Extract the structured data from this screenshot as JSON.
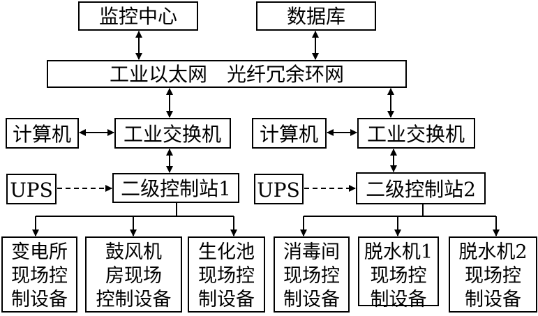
{
  "top": {
    "monitor_center": "监控中心",
    "database": "数据库"
  },
  "network": {
    "label": "工业以太网　光纤冗余环网"
  },
  "left": {
    "computer": "计算机",
    "switch": "工业交换机",
    "ups": "UPS",
    "station": "二级控制站1",
    "devices": [
      {
        "lines": [
          "变电所",
          "现场控",
          "制设备"
        ]
      },
      {
        "lines": [
          "鼓风机",
          "房现场",
          "控制设备"
        ]
      },
      {
        "lines": [
          "生化池",
          "现场控",
          "制设备"
        ]
      }
    ]
  },
  "right": {
    "computer": "计算机",
    "switch": "工业交换机",
    "ups": "UPS",
    "station": "二级控制站2",
    "devices": [
      {
        "lines": [
          "消毒间",
          "现场控",
          "制设备"
        ]
      },
      {
        "lines": [
          "脱水机1",
          "现场控",
          "制设备"
        ]
      },
      {
        "lines": [
          "脱水机2",
          "现场控",
          "制设备"
        ]
      }
    ]
  }
}
